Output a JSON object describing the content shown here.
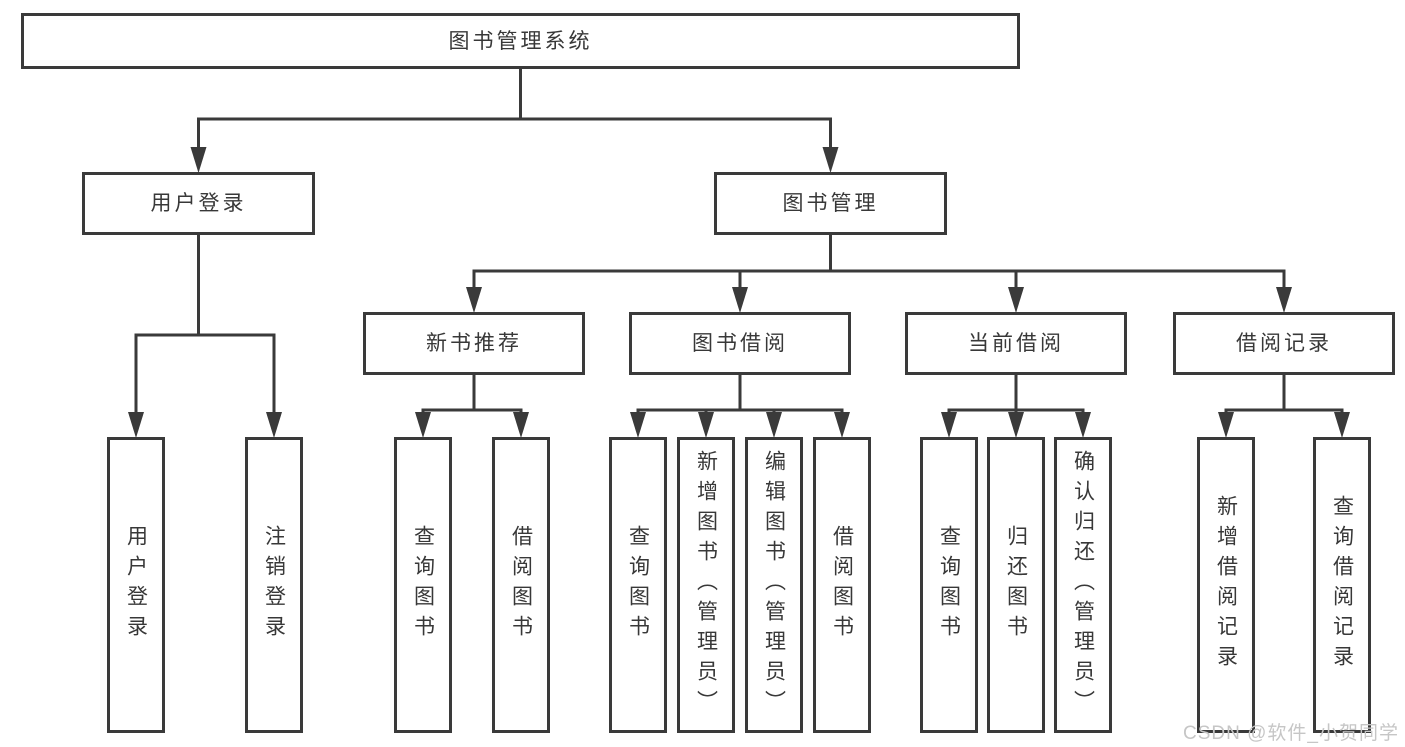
{
  "diagram": {
    "nodes": {
      "root": {
        "label": "图书管理系统"
      },
      "user_login": {
        "label": "用户登录"
      },
      "book_mgmt": {
        "label": "图书管理"
      },
      "new_book": {
        "label": "新书推荐"
      },
      "book_borrow": {
        "label": "图书借阅"
      },
      "current_borrow": {
        "label": "当前借阅"
      },
      "borrow_record": {
        "label": "借阅记录"
      },
      "leaf_user_login": {
        "label": "用户登录"
      },
      "leaf_logout": {
        "label": "注销登录"
      },
      "leaf_nb_query": {
        "label": "查询图书"
      },
      "leaf_nb_borrow": {
        "label": "借阅图书"
      },
      "leaf_bb_query": {
        "label": "查询图书"
      },
      "leaf_bb_add": {
        "label": "新增图书（管理员）"
      },
      "leaf_bb_edit": {
        "label": "编辑图书（管理员）"
      },
      "leaf_bb_borrow": {
        "label": "借阅图书"
      },
      "leaf_cb_query": {
        "label": "查询图书"
      },
      "leaf_cb_return": {
        "label": "归还图书"
      },
      "leaf_cb_confirm": {
        "label": "确认归还（管理员）"
      },
      "leaf_br_add": {
        "label": "新增借阅记录"
      },
      "leaf_br_query": {
        "label": "查询借阅记录"
      }
    },
    "colors": {
      "line": "#3a3a3a",
      "text": "#383838",
      "watermark": "#c6c6c6",
      "background": "#ffffff"
    },
    "watermark": "CSDN @软件_小贺同学"
  }
}
